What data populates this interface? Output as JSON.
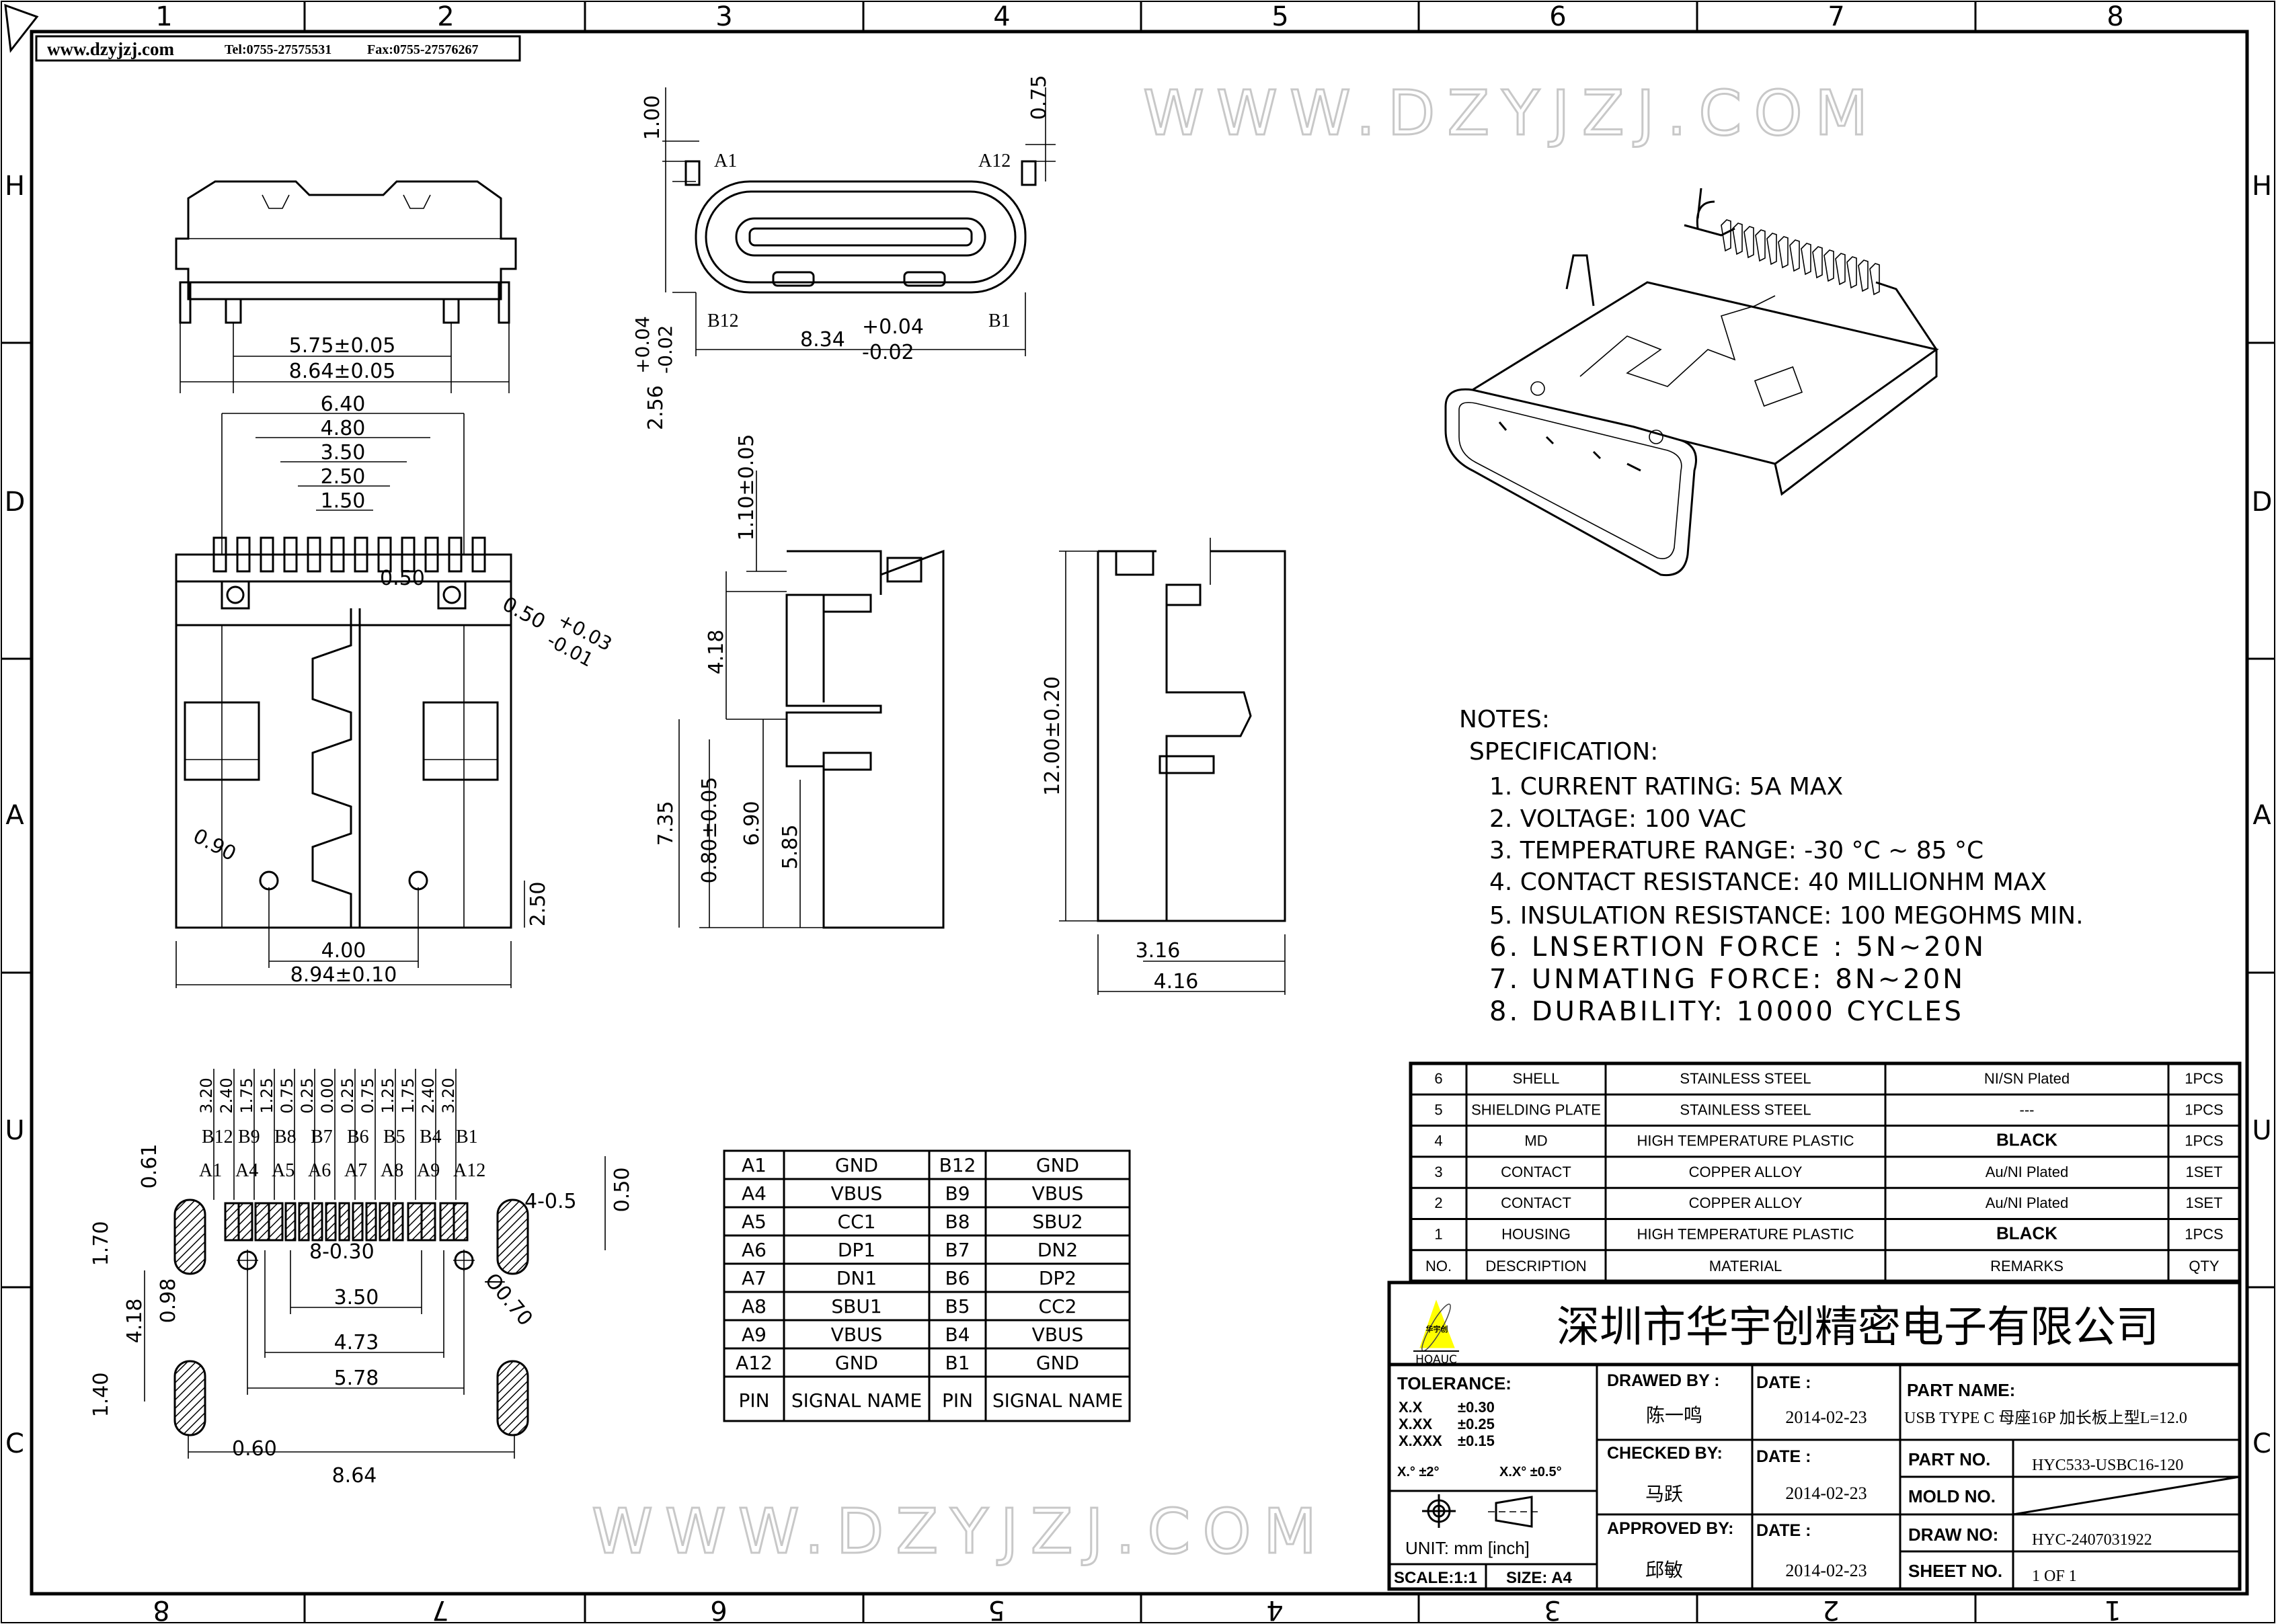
{
  "header": {
    "website": "www.dzyjzj.com",
    "tel": "Tel:0755-27575531",
    "fax": "Fax:0755-27576267"
  },
  "grid": {
    "columns_top": [
      "1",
      "2",
      "3",
      "4",
      "5",
      "6",
      "7",
      "8"
    ],
    "columns_bottom": [
      "8",
      "7",
      "6",
      "5",
      "4",
      "3",
      "2",
      "1"
    ],
    "rows": [
      "H",
      "D",
      "A",
      "U",
      "C"
    ]
  },
  "watermark": "WWW.DZYJZJ.COM",
  "front_view": {
    "dim_a": "5.75±0.05",
    "dim_b": "8.64±0.05"
  },
  "mating_face": {
    "dim_top_left": "1.00",
    "dim_top_right": "0.75",
    "pin_a1": "A1",
    "pin_a12": "A12",
    "pin_b12": "B12",
    "pin_b1": "B1",
    "width": "8.34",
    "width_tol_plus": "+0.04",
    "width_tol_minus": "-0.02",
    "height": "2.56",
    "height_tol_plus": "+0.04",
    "height_tol_minus": "-0.02"
  },
  "top_view": {
    "d640": "6.40",
    "d480": "4.80",
    "d350": "3.50",
    "d250": "2.50",
    "d150": "1.50",
    "d050": "0.50",
    "d050_tol": "0.50",
    "tol_plus": "+0.03",
    "tol_minus": "-0.01",
    "d090": "0.90",
    "d250b": "2.50",
    "d400": "4.00",
    "d894": "8.94±0.10"
  },
  "side_view": {
    "d110": "1.10±0.05",
    "d418": "4.18",
    "d735": "7.35",
    "d080": "0.80±0.05",
    "d690": "6.90",
    "d585": "5.85"
  },
  "side_view_2": {
    "d1200": "12.00±0.20",
    "d316": "3.16",
    "d416": "4.16"
  },
  "footprint": {
    "offsets": [
      "3.20",
      "2.40",
      "1.75",
      "1.25",
      "0.75",
      "0.25",
      "0.00",
      "0.25",
      "0.75",
      "1.25",
      "1.75",
      "2.40",
      "3.20"
    ],
    "b_labels": [
      "B12",
      "B9",
      "B8",
      "B7",
      "B6",
      "B5",
      "B4",
      "B1"
    ],
    "a_labels": [
      "A1",
      "A4",
      "A5",
      "A6",
      "A7",
      "A8",
      "A9",
      "A12"
    ],
    "d061": "0.61",
    "d170": "1.70",
    "d098": "0.98",
    "d418": "4.18",
    "d140": "1.40",
    "d8x030": "8-0.30",
    "d350": "3.50",
    "d473": "4.73",
    "d578": "5.78",
    "d060": "0.60",
    "d864": "8.64",
    "d4x05": "4-0.5",
    "d050": "0.50",
    "d070": "Ø0.70"
  },
  "pin_table": {
    "rows": [
      {
        "pin_a": "A1",
        "sig_a": "GND",
        "pin_b": "B12",
        "sig_b": "GND"
      },
      {
        "pin_a": "A4",
        "sig_a": "VBUS",
        "pin_b": "B9",
        "sig_b": "VBUS"
      },
      {
        "pin_a": "A5",
        "sig_a": "CC1",
        "pin_b": "B8",
        "sig_b": "SBU2"
      },
      {
        "pin_a": "A6",
        "sig_a": "DP1",
        "pin_b": "B7",
        "sig_b": "DN2"
      },
      {
        "pin_a": "A7",
        "sig_a": "DN1",
        "pin_b": "B6",
        "sig_b": "DP2"
      },
      {
        "pin_a": "A8",
        "sig_a": "SBU1",
        "pin_b": "B5",
        "sig_b": "CC2"
      },
      {
        "pin_a": "A9",
        "sig_a": "VBUS",
        "pin_b": "B4",
        "sig_b": "VBUS"
      },
      {
        "pin_a": "A12",
        "sig_a": "GND",
        "pin_b": "B1",
        "sig_b": "GND"
      }
    ],
    "header": {
      "pin": "PIN",
      "signal": "SIGNAL NAME"
    }
  },
  "notes": {
    "title": "NOTES:",
    "subtitle": "SPECIFICATION:",
    "items": [
      "1. CURRENT RATING: 5A MAX",
      "2. VOLTAGE: 100 VAC",
      "3. TEMPERATURE RANGE: -30 °C ~ 85 °C",
      "4. CONTACT RESISTANCE: 40 MILLIONHM MAX",
      "5. INSULATION RESISTANCE: 100 MEGOHMS MIN.",
      "6. LNSERTION FORCE : 5N~20N",
      "7. UNMATING FORCE: 8N~20N",
      "8. DURABILITY: 10000 CYCLES"
    ]
  },
  "bom": {
    "rows": [
      {
        "no": "6",
        "desc": "SHELL",
        "material": "STAINLESS STEEL",
        "remarks": "NI/SN  Plated",
        "qty": "1PCS"
      },
      {
        "no": "5",
        "desc": "SHIELDING PLATE",
        "material": "STAINLESS STEEL",
        "remarks": "---",
        "qty": "1PCS"
      },
      {
        "no": "4",
        "desc": "MD",
        "material": "HIGH TEMPERATURE PLASTIC",
        "remarks": "BLACK",
        "qty": "1PCS"
      },
      {
        "no": "3",
        "desc": "CONTACT",
        "material": "COPPER ALLOY",
        "remarks": "Au/NI Plated",
        "qty": "1SET"
      },
      {
        "no": "2",
        "desc": "CONTACT",
        "material": "COPPER ALLOY",
        "remarks": "Au/NI Plated",
        "qty": "1SET"
      },
      {
        "no": "1",
        "desc": "HOUSING",
        "material": "HIGH TEMPERATURE PLASTIC",
        "remarks": "BLACK",
        "qty": "1PCS"
      }
    ],
    "header": {
      "no": "NO.",
      "desc": "DESCRIPTION",
      "material": "MATERIAL",
      "remarks": "REMARKS",
      "qty": "QTY"
    }
  },
  "title_block": {
    "company": "深圳市华宇创精密电子有限公司",
    "logo_text": "HOAUC",
    "logo_cn": "华宇创",
    "logo_color": "#ffff00",
    "tolerance_label": "TOLERANCE:",
    "tol_x": "X.X",
    "tol_x_val": "±0.30",
    "tol_xx": "X.XX",
    "tol_xx_val": "±0.25",
    "tol_xxx": "X.XXX",
    "tol_xxx_val": "±0.15",
    "tol_ang1": "X.° ±2°",
    "tol_ang2": "X.X° ±0.5°",
    "unit": "UNIT:  mm  [inch]",
    "scale": "SCALE:1:1",
    "size": "SIZE:  A4",
    "drawed_by_label": "DRAWED BY :",
    "drawed_by": "陈一鸣",
    "checked_by_label": "CHECKED BY:",
    "checked_by": "马跃",
    "approved_by_label": "APPROVED BY:",
    "approved_by": "邱敏",
    "date_label": "DATE :",
    "date1": "2014-02-23",
    "date2": "2014-02-23",
    "date3": "2014-02-23",
    "part_name_label": "PART NAME:",
    "part_name": "USB TYPE C 母座16P 加长板上型L=12.0",
    "part_no_label": "PART NO.",
    "part_no": "HYC533-USBC16-120",
    "mold_no_label": "MOLD NO.",
    "draw_no_label": "DRAW NO:",
    "draw_no": "HYC-2407031922",
    "sheet_no_label": "SHEET NO.",
    "sheet_no": "1 OF 1"
  }
}
